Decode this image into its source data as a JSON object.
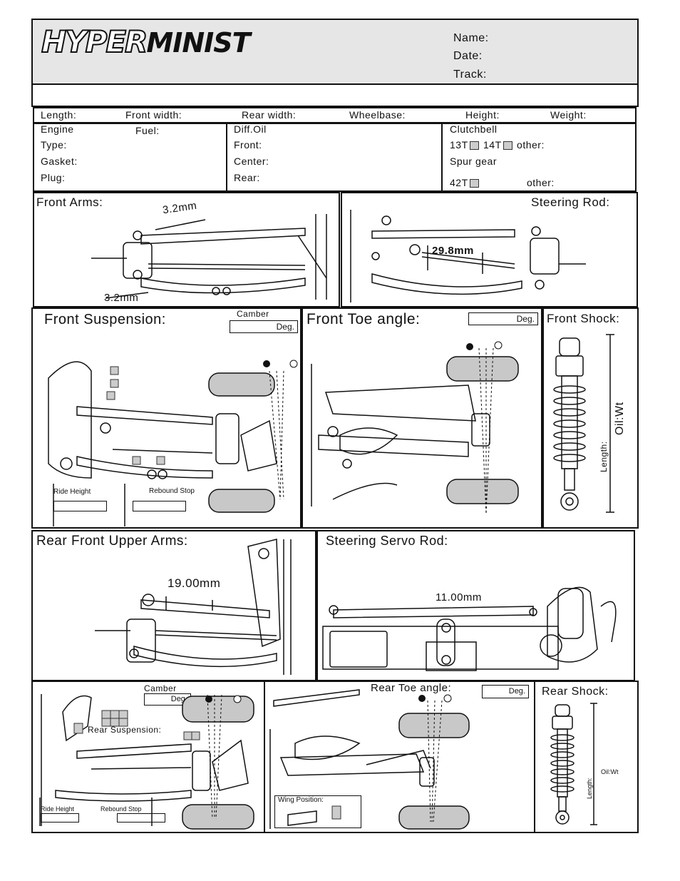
{
  "header": {
    "logo_part1": "HYPER",
    "logo_part2": "MINIST",
    "name_label": "Name:",
    "date_label": "Date:",
    "track_label": "Track:"
  },
  "dims": {
    "length": "Length:",
    "front_width": "Front width:",
    "rear_width": "Rear width:",
    "wheelbase": "Wheelbase:",
    "height": "Height:",
    "weight": "Weight:"
  },
  "engine": {
    "engine": "Engine",
    "fuel": "Fuel:",
    "type": "Type:",
    "gasket": "Gasket:",
    "plug": "Plug:"
  },
  "diff": {
    "title": "Diff.Oil",
    "front": "Front:",
    "center": "Center:",
    "rear": "Rear:"
  },
  "clutch": {
    "title": "Clutchbell",
    "opt13": "13T",
    "opt14": "14T",
    "other1": "other:",
    "spur": "Spur gear",
    "opt42": "42T",
    "other2": "other:"
  },
  "front_arms": {
    "title": "Front  Arms:",
    "dim_top": "3.2mm",
    "dim_bottom": "3.2mm"
  },
  "steering_rod": {
    "title": "Steering Rod:",
    "dim": "29.8mm"
  },
  "front_suspension": {
    "title": "Front Suspension:",
    "camber": "Camber",
    "deg": "Deg.",
    "ride_height": "Ride Height",
    "rebound_stop": "Rebound Stop"
  },
  "front_toe": {
    "title": "Front Toe angle:",
    "deg": "Deg."
  },
  "front_shock": {
    "title": "Front Shock:",
    "oil": "Oil:Wt",
    "length": "Length:"
  },
  "rear_upper_arms": {
    "title": "Rear Front Upper Arms:",
    "dim": "19.00mm"
  },
  "servo_rod": {
    "title": "Steering Servo Rod:",
    "dim": "11.00mm"
  },
  "rear_suspension": {
    "title": "Rear Suspension:",
    "camber": "Camber",
    "deg": "Deg.",
    "ride_height": "Ride Height",
    "rebound_stop": "Rebound Stop"
  },
  "rear_toe": {
    "title": "Rear Toe angle:",
    "deg": "Deg.",
    "wing": "Wing Position:"
  },
  "rear_shock": {
    "title": "Rear Shock:",
    "oil": "Oil:Wt",
    "length": "Length:"
  },
  "colors": {
    "header_bg": "#e6e6e6",
    "line": "#111111",
    "tire_fill": "#c8c8c8"
  }
}
